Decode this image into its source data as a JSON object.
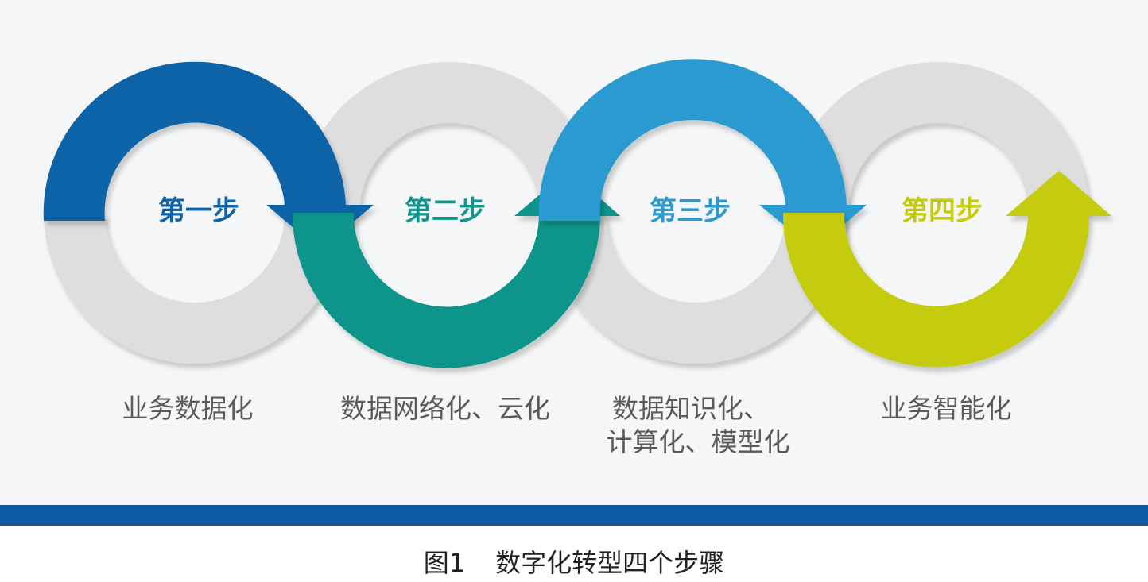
{
  "colors": {
    "step1": "#1163a8",
    "step2": "#0e958c",
    "step3": "#2a9ad0",
    "step4": "#c4cc0a",
    "gray_ring": "#dedede",
    "bottom_bar": "#0d5aa3"
  },
  "steps": [
    {
      "label": "第一步",
      "desc_lines": [
        "业务数据化"
      ]
    },
    {
      "label": "第二步",
      "desc_lines": [
        "数据网络化、云化"
      ]
    },
    {
      "label": "第三步",
      "desc_lines": [
        "数据知识化、",
        "计算化、模型化"
      ]
    },
    {
      "label": "第四步",
      "desc_lines": [
        "业务智能化"
      ]
    }
  ],
  "caption": {
    "figure_number": "图1",
    "title": "数字化转型四个步骤"
  }
}
